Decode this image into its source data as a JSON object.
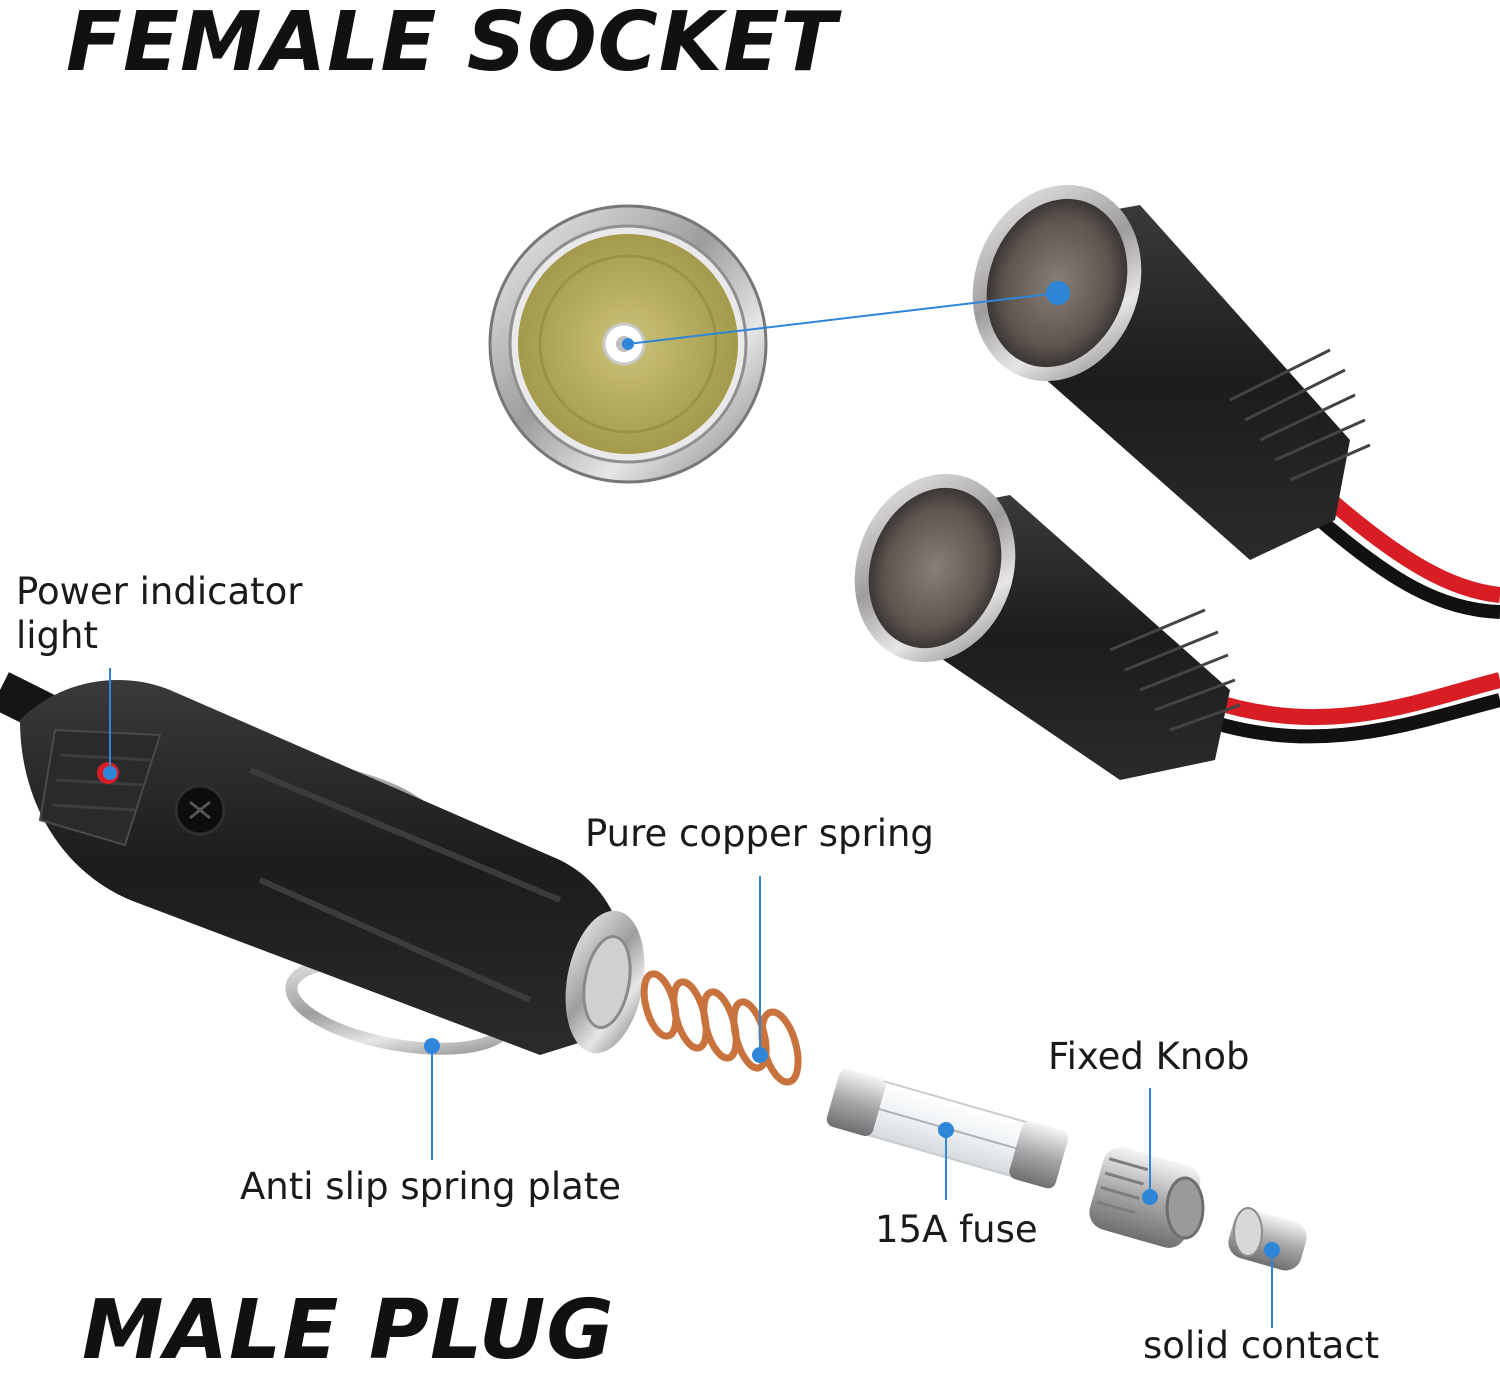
{
  "headings": {
    "female": "FEMALE SOCKET",
    "male": "MALE PLUG"
  },
  "labels": {
    "power_indicator": "Power indicator light",
    "copper_spring": "Pure copper spring",
    "fixed_knob": "Fixed Knob",
    "spring_plate": "Anti slip spring plate",
    "fuse": "15A fuse",
    "solid_contact": "solid contact"
  },
  "colors": {
    "callout": "#2f86d8",
    "plug_body": "#1b1b1b",
    "wire_red": "#d81d24",
    "wire_black": "#111111",
    "socket_insulator": "#b8ad5e",
    "copper": "#c8733d",
    "chrome": "#c9c9c9"
  }
}
